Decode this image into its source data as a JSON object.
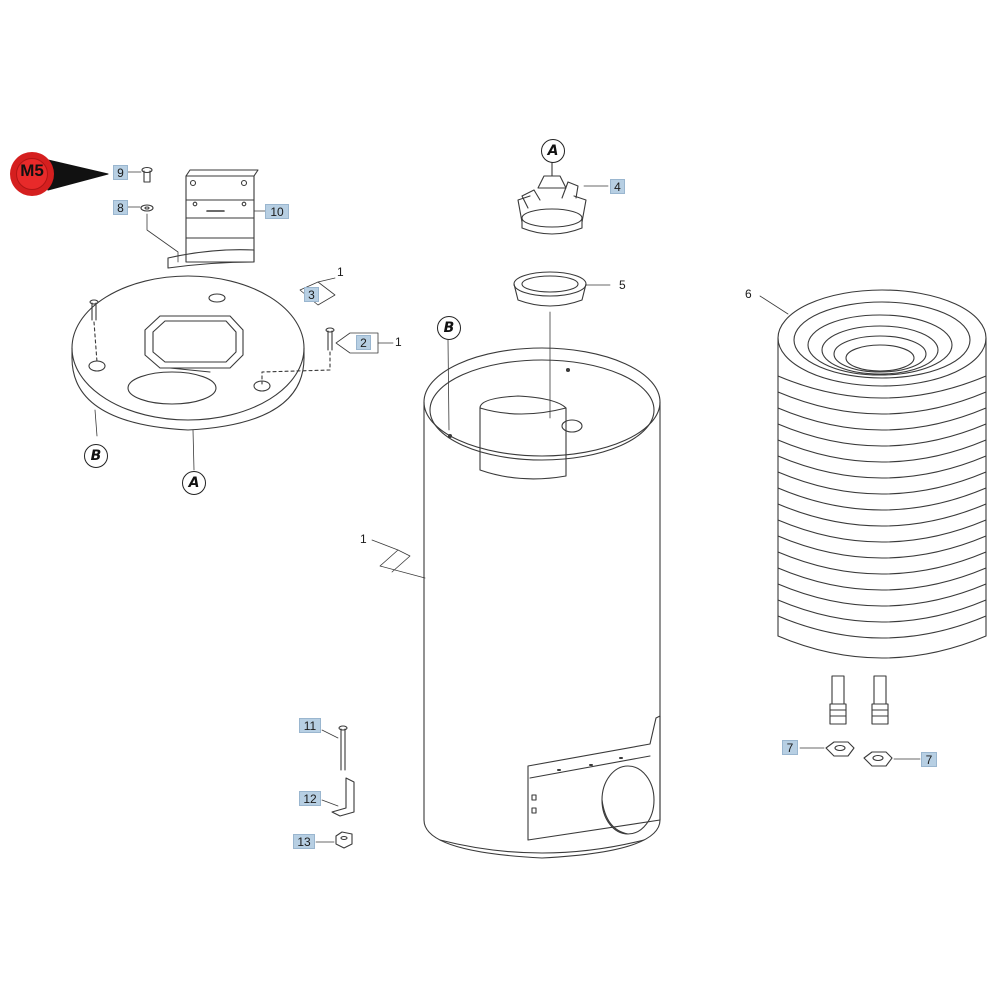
{
  "badge": {
    "label": "M5",
    "color": "#e82a2a"
  },
  "reference_letters": {
    "a": "A",
    "b": "B"
  },
  "callouts": {
    "p1": "1",
    "p2": "2",
    "p3": "3",
    "p4": "4",
    "p5": "5",
    "p6": "6",
    "p7": "7",
    "p8": "8",
    "p9": "9",
    "p10": "10",
    "p11": "11",
    "p12": "12",
    "p13": "13"
  },
  "colors": {
    "label_fill": "#b7cfe3",
    "line": "#3a3a3a"
  }
}
